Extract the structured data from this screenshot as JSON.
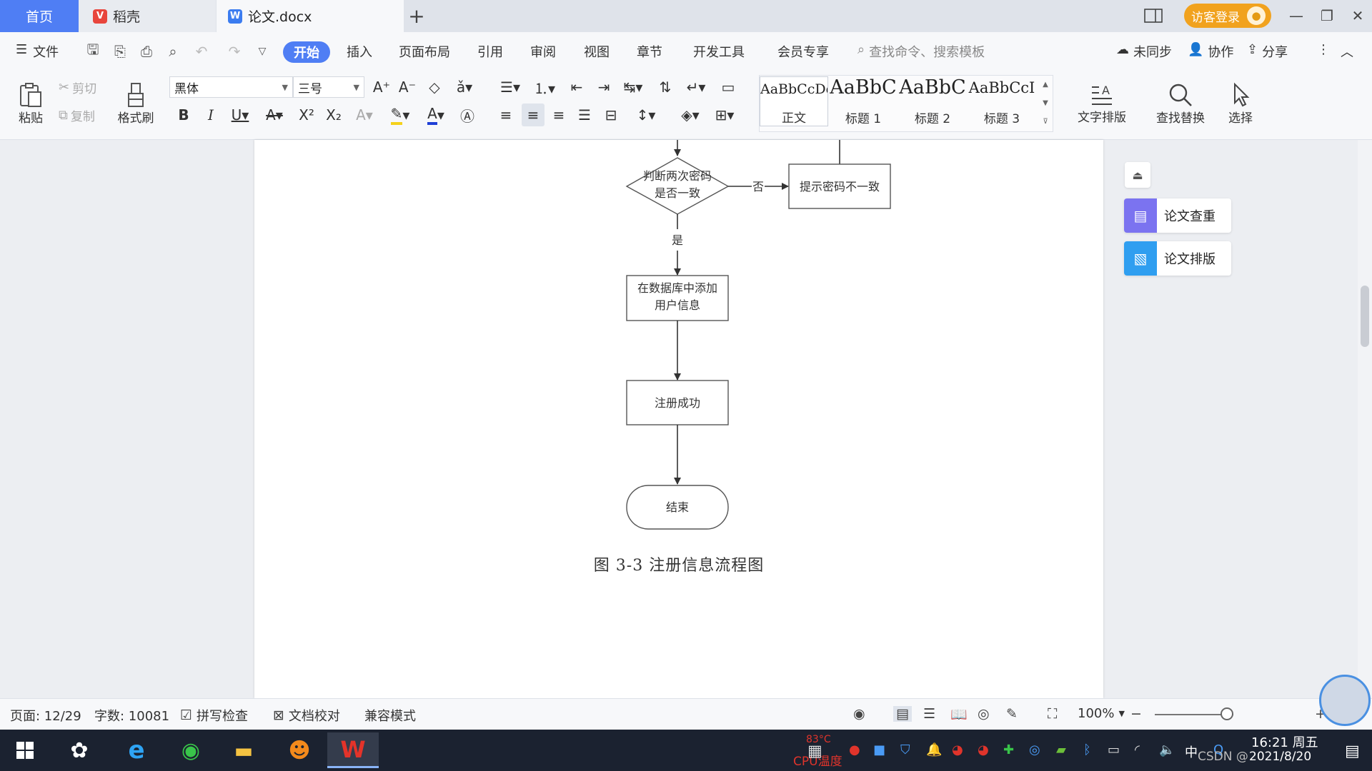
{
  "tabs": {
    "home": "首页",
    "daoke": "稻壳",
    "doc": "论文.docx",
    "add": "+"
  },
  "titlebar": {
    "visitor_login": "访客登录"
  },
  "menu": {
    "file": "文件",
    "start": "开始",
    "insert": "插入",
    "layout": "页面布局",
    "reference": "引用",
    "review": "审阅",
    "view": "视图",
    "chapter": "章节",
    "devtools": "开发工具",
    "member": "会员专享",
    "search_placeholder": "查找命令、搜索模板",
    "unsynced": "未同步",
    "collaborate": "协作",
    "share": "分享"
  },
  "ribbon": {
    "paste": "粘贴",
    "cut": "剪切",
    "copy": "复制",
    "format_painter": "格式刷",
    "font_name": "黑体",
    "font_size": "三号",
    "styles": [
      {
        "sample": "AaBbCcDd",
        "name": "正文"
      },
      {
        "sample": "AaBbC",
        "name": "标题 1"
      },
      {
        "sample": "AaBbC",
        "name": "标题 2"
      },
      {
        "sample": "AaBbCcI",
        "name": "标题 3"
      }
    ],
    "text_layout": "文字排版",
    "find_replace": "查找替换",
    "select": "选择"
  },
  "flowchart": {
    "decision": [
      "判断两次密码",
      "是否一致"
    ],
    "no_label": "否",
    "yes_label": "是",
    "mismatch": "提示密码不一致",
    "add_user": [
      "在数据库中添加",
      "用户信息"
    ],
    "success": "注册成功",
    "end": "结束"
  },
  "caption": "图 3-3 注册信息流程图",
  "side_panel": {
    "check": "论文查重",
    "format": "论文排版"
  },
  "status": {
    "page": "页面: 12/29",
    "words": "字数: 10081",
    "spell": "拼写检查",
    "proof": "文档校对",
    "compat": "兼容模式",
    "zoom": "100%"
  },
  "taskbar": {
    "cpu_temp": "83°C",
    "cpu_label": "CPU温度",
    "ime": "中",
    "time": "16:21 周五",
    "date": "2021/8/20",
    "watermark": "CSDN @"
  }
}
